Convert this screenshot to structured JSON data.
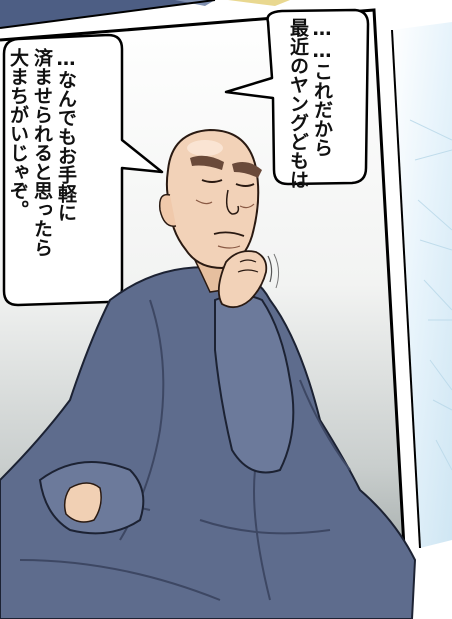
{
  "panel": {
    "speech_bubbles": [
      {
        "id": "bubble-right",
        "lines": [
          "……これだから",
          "最近のヤングどもは"
        ]
      },
      {
        "id": "bubble-left",
        "lines": [
          "…なんでもお手軽に",
          "済ませられると思ったら",
          "大まちがいじゃぞ。"
        ]
      }
    ]
  },
  "colors": {
    "robe": "#5d6b8c",
    "robe_shadow": "#46526e",
    "skin": "#f2d2b8",
    "skin_shadow": "#d9a88a",
    "eyebrow": "#6a4a3a",
    "gutter": "#ffffff",
    "panel_bg_top": "#ffffff",
    "panel_bg_bottom": "#8a9493",
    "border": "#000000"
  },
  "character": "bald-monk"
}
